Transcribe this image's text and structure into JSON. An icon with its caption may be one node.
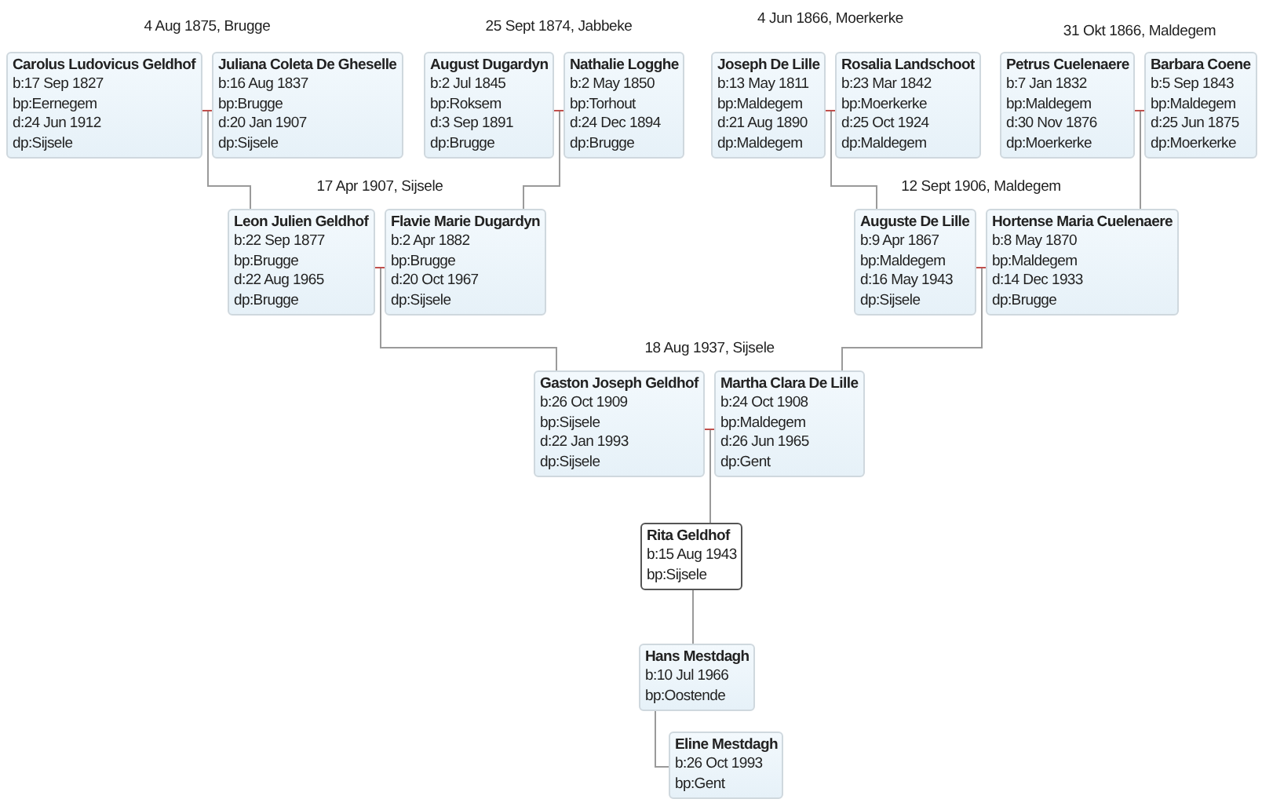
{
  "diagram": {
    "nodes": [
      {
        "text": [
          "Carolus Ludovicus Geldhof",
          "b:17 Sep 1827",
          "bp:Eernegem",
          "d:24 Jun 1912",
          "dp:Sijsele"
        ]
      },
      {
        "text": [
          "Juliana Coleta De Gheselle",
          "b:16 Aug 1837",
          "bp:Brugge",
          "d:20 Jan 1907",
          "dp:Sijsele"
        ]
      },
      {
        "text": [
          "August Dugardyn",
          "b:2 Jul 1845",
          "bp:Roksem",
          "d:3 Sep 1891",
          "dp:Brugge"
        ]
      },
      {
        "text": [
          "Nathalie Logghe",
          "b:2 May 1850",
          "bp:Torhout",
          "d:24 Dec 1894",
          "dp:Brugge"
        ]
      },
      {
        "text": [
          "Joseph De Lille",
          "b:13 May 1811",
          "bp:Maldegem",
          "d:21 Aug 1890",
          "dp:Maldegem"
        ]
      },
      {
        "text": [
          "Rosalia Landschoot",
          "b:23 Mar 1842",
          "bp:Moerkerke",
          "d:25 Oct 1924",
          "dp:Maldegem"
        ]
      },
      {
        "text": [
          "Petrus Cuelenaere",
          "b:7 Jan 1832",
          "bp:Maldegem",
          "d:30 Nov 1876",
          "dp:Moerkerke"
        ]
      },
      {
        "text": [
          "Barbara Coene",
          "b:5 Sep 1843",
          "bp:Maldegem",
          "d:25 Jun 1875",
          "dp:Moerkerke"
        ]
      },
      {
        "text": [
          "Leon Julien Geldhof",
          "b:22 Sep 1877",
          "bp:Brugge",
          "d:22 Aug 1965",
          "dp:Brugge"
        ]
      },
      {
        "text": [
          "Flavie Marie Dugardyn",
          "b:2 Apr 1882",
          "bp:Brugge",
          "d:20 Oct 1967",
          "dp:Sijsele"
        ]
      },
      {
        "text": [
          "Auguste De Lille",
          "b:9 Apr 1867",
          "bp:Maldegem",
          "d:16 May 1943",
          "dp:Sijsele"
        ]
      },
      {
        "text": [
          "Hortense Maria Cuelenaere",
          "b:8 May 1870",
          "bp:Maldegem",
          "d:14 Dec 1933",
          "dp:Brugge"
        ]
      },
      {
        "text": [
          "Gaston Joseph Geldhof",
          "b:26 Oct 1909",
          "bp:Sijsele",
          "d:22 Jan 1993",
          "dp:Sijsele"
        ]
      },
      {
        "text": [
          "Martha Clara De Lille",
          "b:24 Oct 1908",
          "bp:Maldegem",
          "d:26 Jun 1965",
          "dp:Gent"
        ]
      },
      {
        "text": [
          "Rita Geldhof",
          "b:15 Aug 1943",
          "bp:Sijsele"
        ]
      },
      {
        "text": [
          "Hans Mestdagh",
          "b:10 Jul 1966",
          "bp:Oostende"
        ]
      },
      {
        "text": [
          "Eline Mestdagh",
          "b:26 Oct 1993",
          "bp:Gent"
        ]
      }
    ],
    "edges": [
      {
        "from": 0,
        "to": 1,
        "arrow": "none",
        "color": "#c0504d"
      },
      {
        "from": 2,
        "to": 3,
        "arrow": "none",
        "color": "#c0504d"
      },
      {
        "from": 4,
        "to": 5,
        "arrow": "none",
        "color": "#c0504d"
      },
      {
        "from": 6,
        "to": 7,
        "arrow": "none",
        "color": "#c0504d"
      },
      {
        "from": 8,
        "to": 9,
        "arrow": "none",
        "color": "#c0504d"
      },
      {
        "from": 10,
        "to": 11,
        "arrow": "none",
        "color": "#c0504d"
      },
      {
        "from": 12,
        "to": 13,
        "arrow": "none",
        "color": "#c0504d"
      },
      {
        "from": 0,
        "to": 8,
        "arrow": "none"
      },
      {
        "from": 2,
        "to": 9,
        "arrow": "none"
      },
      {
        "from": 4,
        "to": 10,
        "arrow": "none"
      },
      {
        "from": 6,
        "to": 11,
        "arrow": "none"
      },
      {
        "from": 8,
        "to": 12,
        "arrow": "none"
      },
      {
        "from": 10,
        "to": 13,
        "arrow": "none"
      },
      {
        "from": 12,
        "to": 14,
        "arrow": "none"
      },
      {
        "from": 14,
        "to": 15,
        "arrow": "none"
      },
      {
        "from": 15,
        "to": 16,
        "arrow": "none"
      }
    ],
    "labels": [
      "4 Aug 1875, Brugge",
      "25 Sept 1874, Jabbeke",
      "4 Jun 1866, Moerkerke",
      "31 Okt 1866, Maldegem",
      "17 Apr 1907, Sijsele",
      "12 Sept 1906, Maldegem",
      "18 Aug 1937, Sijsele"
    ]
  }
}
